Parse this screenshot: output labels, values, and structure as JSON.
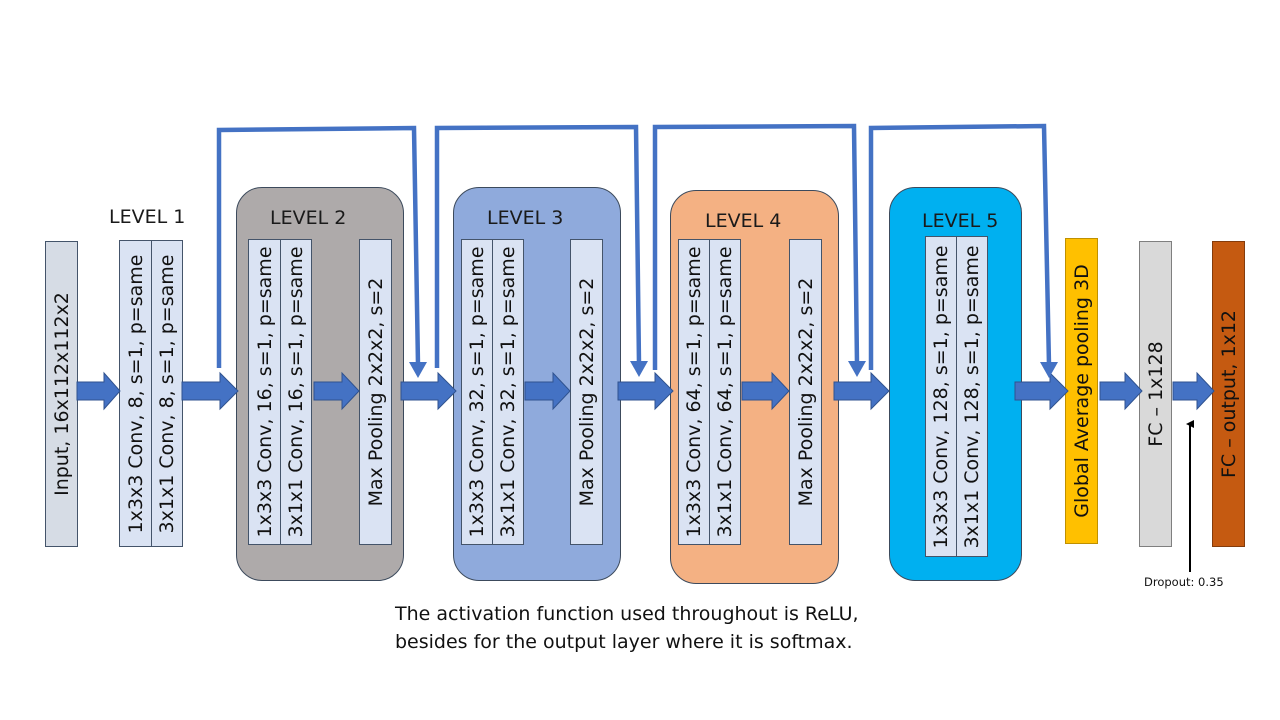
{
  "colors": {
    "arrow": "#4472c4",
    "level2_bg": "#aeaaaa",
    "level3_bg": "#8faadc",
    "level4_bg": "#f4b183",
    "level5_bg": "#00b0f0",
    "layer_bg": "#dae3f3",
    "input_bg": "#d6dce5",
    "gap_bg": "#ffc000",
    "fc_bg": "#d9d9d9",
    "output_bg": "#c55a11"
  },
  "levels": {
    "l1": "LEVEL 1",
    "l2": "LEVEL 2",
    "l3": "LEVEL 3",
    "l4": "LEVEL 4",
    "l5": "LEVEL 5"
  },
  "layers": {
    "input": "Input, 16x112x112x2",
    "l1_conv_a": "1x3x3 Conv, 8, s=1, p=same",
    "l1_conv_b": "3x1x1 Conv, 8, s=1, p=same",
    "l2_conv_a": "1x3x3 Conv, 16, s=1, p=same",
    "l2_conv_b": "3x1x1 Conv, 16, s=1, p=same",
    "l2_pool": "Max Pooling 2x2x2, s=2",
    "l3_conv_a": "1x3x3 Conv, 32, s=1, p=same",
    "l3_conv_b": "3x1x1 Conv, 32, s=1, p=same",
    "l3_pool": "Max Pooling 2x2x2, s=2",
    "l4_conv_a": "1x3x3 Conv, 64, s=1, p=same",
    "l4_conv_b": "3x1x1 Conv, 64, s=1, p=same",
    "l4_pool": "Max Pooling 2x2x2, s=2",
    "l5_conv_a": "1x3x3 Conv, 128, s=1, p=same",
    "l5_conv_b": "3x1x1 Conv, 128, s=1, p=same",
    "gap": "Global Average pooling 3D",
    "fc": "FC –  1x128",
    "output": "FC – output, 1x12"
  },
  "dropout": "Dropout: 0.35",
  "caption": {
    "line1": "The activation function used throughout is ReLU,",
    "line2": "besides for the output layer where it is softmax."
  }
}
